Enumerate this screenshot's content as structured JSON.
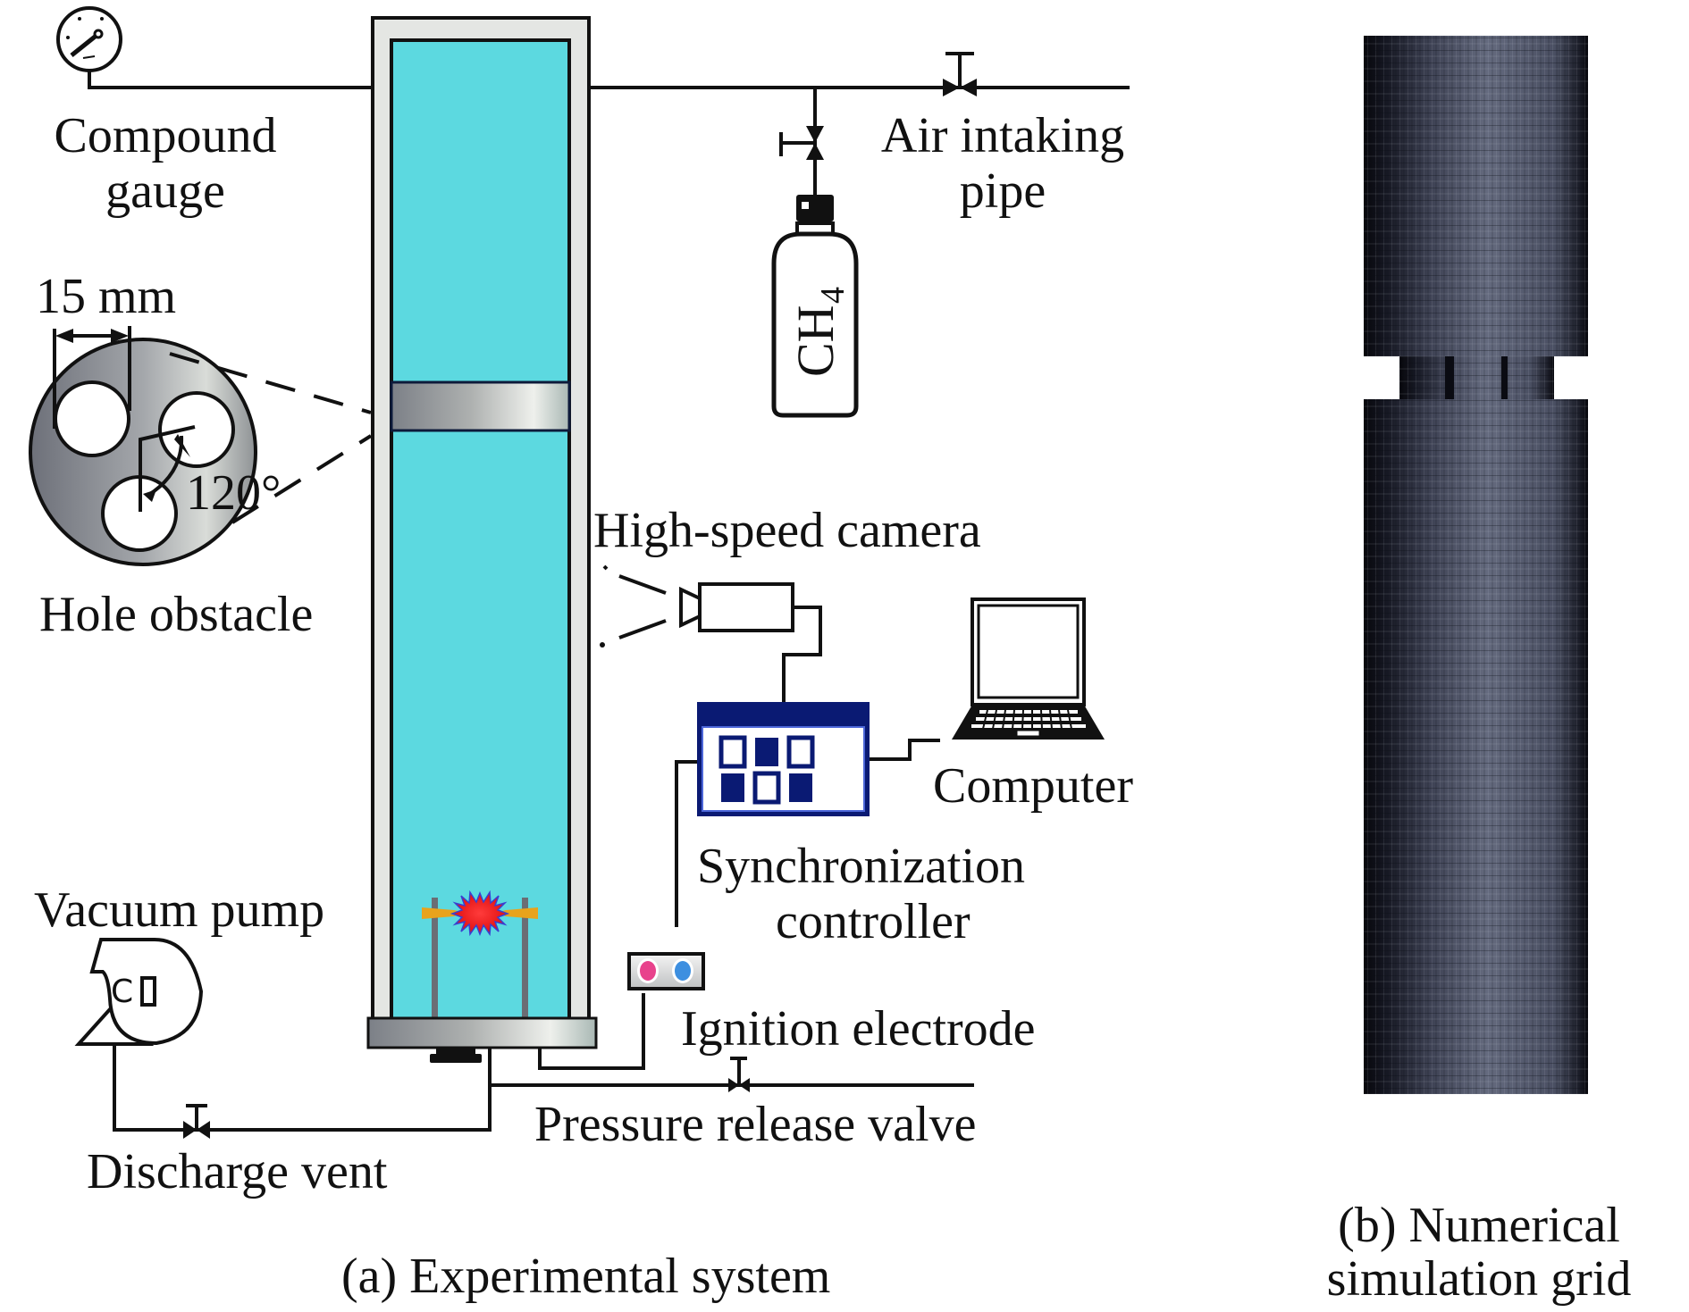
{
  "panel_a": {
    "caption": "(a)  Experimental system",
    "labels": {
      "compound_gauge_line1": "Compound",
      "compound_gauge_line2": "gauge",
      "air_intaking_line1": "Air intaking",
      "air_intaking_line2": "pipe",
      "ch4_main": "CH",
      "ch4_sub": "4",
      "dimension": "15 mm",
      "angle": "120°",
      "hole_obstacle": "Hole obstacle",
      "high_speed_camera": "High-speed camera",
      "computer": "Computer",
      "sync_line1": "Synchronization",
      "sync_line2": "controller",
      "vacuum_pump": "Vacuum pump",
      "pump_letter": "C",
      "ignition_electrode": "Ignition electrode",
      "pressure_release_valve": "Pressure release valve",
      "discharge_vent": "Discharge vent"
    }
  },
  "panel_b": {
    "caption_line1": "(b) Numerical",
    "caption_line2": "simulation grid"
  },
  "colors": {
    "tube_fill": "#5cd9e0",
    "tube_wall": "#e4e6e3",
    "controller_blue": "#0a1a73",
    "electrode_orange": "#e8a31c",
    "spark_red": "#ff1a1a",
    "indicator_pink": "#e8428c",
    "indicator_blue": "#3d8fe0",
    "grid_dark": "#0c0d14",
    "grid_mid": "#5d6276"
  }
}
